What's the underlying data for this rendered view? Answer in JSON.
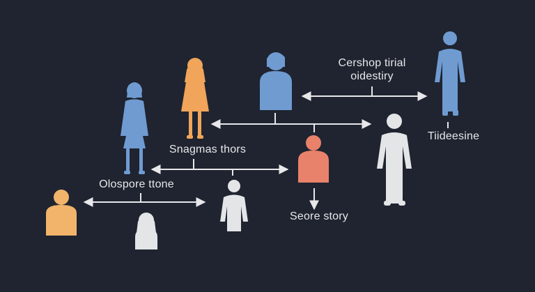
{
  "colors": {
    "background": "#1f2430",
    "connector": "#e8e8ea",
    "blue": "#6f9bd1",
    "orange": "#f0a55a",
    "amber": "#f2b46a",
    "salmon": "#e9826a",
    "white": "#e4e5e7"
  },
  "labels": {
    "cershop_line1": "Cershop tirial",
    "cershop_line2": "oidestiry",
    "tiideesine": "Tiideesine",
    "snagmas": "Snagmas thors",
    "olospore": "Olospore ttone",
    "seore": "Seore story"
  },
  "figures": [
    {
      "id": "blue-woman-dress",
      "icon": "woman-figure-icon",
      "color": "blue"
    },
    {
      "id": "orange-woman-dress",
      "icon": "woman-figure-icon",
      "color": "orange"
    },
    {
      "id": "blue-bust",
      "icon": "person-bust-icon",
      "color": "blue"
    },
    {
      "id": "blue-man-standing",
      "icon": "man-figure-icon",
      "color": "blue"
    },
    {
      "id": "white-man-standing",
      "icon": "man-figure-icon",
      "color": "white"
    },
    {
      "id": "salmon-bust",
      "icon": "person-bust-icon",
      "color": "salmon"
    },
    {
      "id": "white-small-man",
      "icon": "man-figure-icon",
      "color": "white"
    },
    {
      "id": "white-small-woman",
      "icon": "woman-bust-icon",
      "color": "white"
    },
    {
      "id": "amber-bust",
      "icon": "person-bust-icon",
      "color": "amber"
    }
  ]
}
